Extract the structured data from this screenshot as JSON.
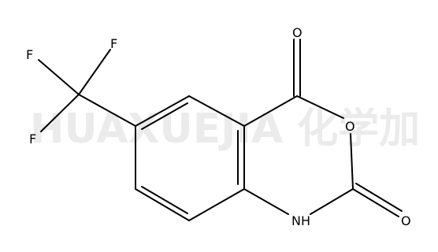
{
  "watermark": {
    "text": "HUAXUEJIA 化学加",
    "color": "#ebebeb"
  },
  "molecule": {
    "atoms": {
      "F1": "F",
      "F2": "F",
      "F3": "F",
      "O_top": "O",
      "O_ring": "O",
      "O_right": "O",
      "NH": "NH"
    }
  },
  "colors": {
    "bond": "#000000",
    "label": "#000000",
    "background": "#ffffff"
  }
}
